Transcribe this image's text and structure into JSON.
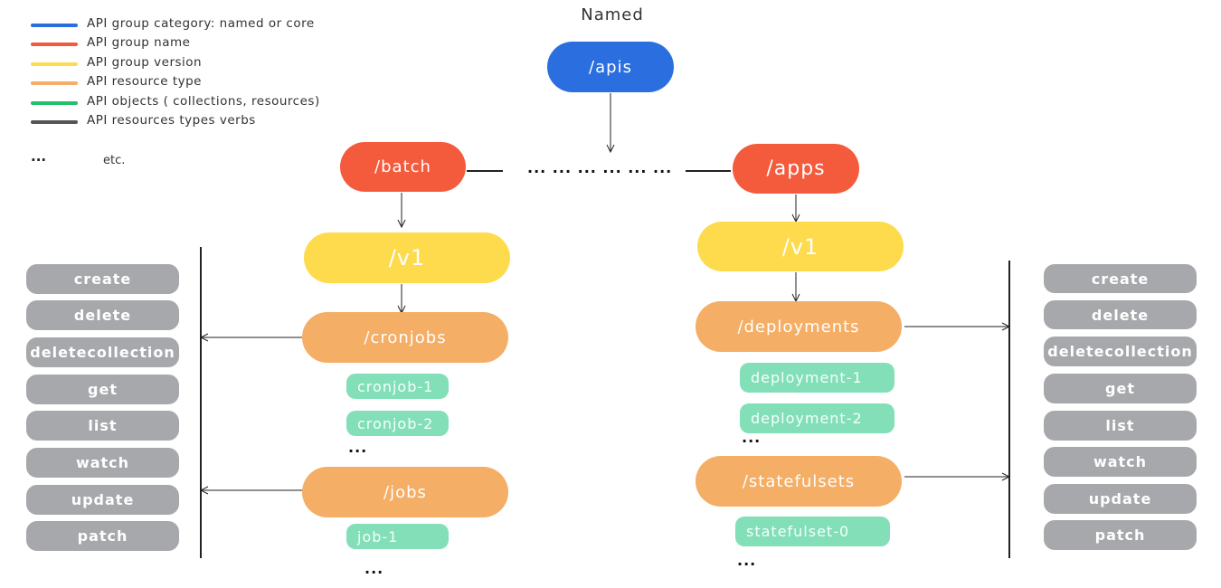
{
  "title": "Named",
  "legend": {
    "items": [
      {
        "color": "#2b6ee0",
        "label": "API group category: named or core"
      },
      {
        "color": "#f45a3c",
        "label": "API group name"
      },
      {
        "color": "#fedb4d",
        "label": "API group version"
      },
      {
        "color": "#f4ae66",
        "label": "API resource type"
      },
      {
        "color": "#22c06a",
        "label": "API objects ( collections, resources)"
      },
      {
        "color": "#555555",
        "label": "API resources types verbs"
      }
    ],
    "etc_symbol": "...",
    "etc_label": "etc."
  },
  "category": "/apis",
  "groups_between": "... ... ... ... ... ...",
  "batch": {
    "name": "/batch",
    "version": "/v1",
    "cronjobs": "/cronjobs",
    "cronjob_objects": [
      "cronjob-1",
      "cronjob-2"
    ],
    "cronjob_more": "...",
    "jobs": "/jobs",
    "job_objects": [
      "job-1"
    ],
    "job_more": "..."
  },
  "apps": {
    "name": "/apps",
    "version": "/v1",
    "deployments": "/deployments",
    "deployment_objects": [
      "deployment-1",
      "deployment-2"
    ],
    "deployment_more": "...",
    "statefulsets": "/statefulsets",
    "statefulset_objects": [
      "statefulset-0"
    ],
    "statefulset_more": "..."
  },
  "verbs": [
    "create",
    "delete",
    "deletecollection",
    "get",
    "list",
    "watch",
    "update",
    "patch"
  ]
}
